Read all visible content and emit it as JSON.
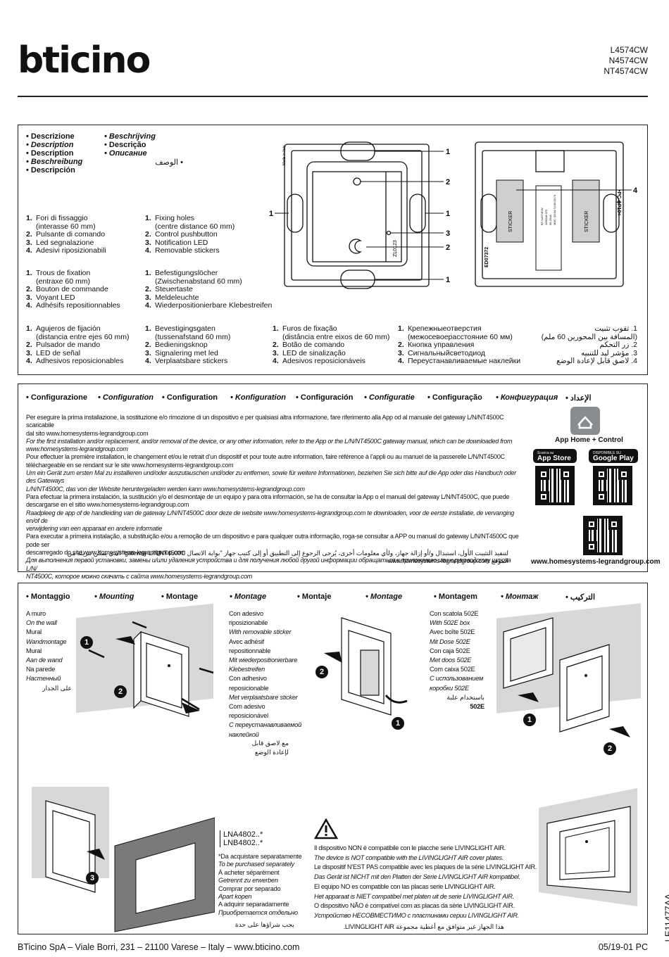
{
  "header": {
    "logo": "bticino",
    "codes": [
      "L4574CW",
      "N4574CW",
      "NT4574CW"
    ]
  },
  "desc": {
    "titles_col1": [
      "• Descrizione",
      "• Description",
      "• Description",
      "• Beschreibung",
      "• Descripción"
    ],
    "titles_col2": [
      "• Beschrijving",
      "• Descrição",
      "• Описание"
    ],
    "title_ar": "• الوصف",
    "it": [
      "Fori di fissaggio",
      "(interasse 60 mm)",
      "Pulsante di comando",
      "Led segnalazione",
      "Adesivi riposizionabili"
    ],
    "en": [
      "Fixing holes",
      "(centre distance 60 mm)",
      "Control pushbutton",
      "Notification LED",
      "Removable stickers"
    ],
    "fr": [
      "Trous de fixation",
      "(entraxe 60 mm)",
      "Bouton de commande",
      "Voyant LED",
      "Adhésifs repositionnables"
    ],
    "de": [
      "Befestigungslöcher",
      "(Zwischenabstand 60 mm)",
      "Steuertaste",
      "Meldeleuchte",
      "Wiederpositionierbare Klebestreifen"
    ],
    "es": [
      "Agujeros de fijación",
      "(distancia entre ejes 60 mm)",
      "Pulsador de mando",
      "LED de señal",
      "Adhesivos reposicionables"
    ],
    "nl": [
      "Bevestigingsgaten",
      "(tussenafstand 60 mm)",
      "Bedieningsknop",
      "Signalering met led",
      "Verplaatsbare stickers"
    ],
    "pt": [
      "Furos de fixação",
      "(distância entre eixos de 60 mm)",
      "Botão de comando",
      "LED de sinalização",
      "Adesivos reposicionáveis"
    ],
    "ru": [
      "Крепежныеотверстия",
      "(межосевоерасстояние 60 мм)",
      "Кнопка управления",
      "Сигнальныйсветодиод",
      "Переустанавливаемые наклейки"
    ],
    "ar": [
      "1. ثقوب تثبيت",
      "(المسافة بين المحورين 60 ملم)",
      "2. زر التحكم",
      "3. مؤشر ليد للتنبيه",
      "4. لاصق قابل لإعادة الوضع"
    ],
    "nums": [
      "1.",
      "2.",
      "3.",
      "4."
    ]
  },
  "diagram": {
    "callouts_front": [
      "1",
      "2",
      "1",
      "3",
      "2",
      "1"
    ],
    "callout_back": "4",
    "made_in": "Made in Italy",
    "code_side": "ZL0123",
    "sticker": "STICKER",
    "label_back": "ED07372",
    "back_small": [
      "BT-N4574CW",
      "1090/18 070",
      "05-2018",
      "MAC: 00:04:74:00:00:74"
    ],
    "pcfp": "•PC-ϕP10<"
  },
  "config": {
    "headers": [
      "• Configurazione",
      "• Configuration",
      "• Configuration",
      "• Konfiguration",
      "• Configuración",
      "• Configuratie",
      "• Configuração",
      "• Конфигурация",
      "• الإعداد"
    ],
    "lines": [
      {
        "t": "Per eseguire la prima installazione, la sostituzione e/o rimozione di un dispositivo e per qualsiasi altra informazione, fare riferimento alla App od al manuale del gateway L/N/NT4500C scaricabile",
        "i": false
      },
      {
        "t": "dal sito www.homesystems-legrandgroup.com",
        "i": false
      },
      {
        "t": "For the first installation and/or replacement, and/or removal of the device, or any other information, refer to the App or the L/N/NT4500C gateway manual, which can be downloaded from",
        "i": true
      },
      {
        "t": "www.homesystems-legrandgroup.com",
        "i": true
      },
      {
        "t": "Pour effectuer la première installation, le changement et/ou le retrait d’un dispositif et pour toute autre information, faire référence à l’appli ou au manuel de la passerelle L/N/NT4500C",
        "i": false
      },
      {
        "t": "téléchargeable en se rendant sur le site www.homesystems-legrandgroup.com",
        "i": false
      },
      {
        "t": "Um ein Gerät zum ersten Mal zu installieren und/oder auszutauschen und/oder zu entfernen, sowie für weitere Informationen, beziehen Sie sich bitte auf die App oder das Handbuch oder des Gateways",
        "i": true
      },
      {
        "t": "L/N/NT4500C, das von der Website heruntergeladen werden kann www.homesystems-legrandgroup.com",
        "i": true
      },
      {
        "t": "Para efectuar la primera instalación, la sustitución y/o el desmontaje de un equipo y para otra información, se ha de consultar la App o el manual del gateway L/N/NT4500C, que puede",
        "i": false
      },
      {
        "t": "descargarse en el sitio www.homesystems-legrandgroup.com",
        "i": false
      },
      {
        "t": "Raadpleeg de app of de handleiding van de gateway L/N/NT4500C door deze de website www.homesystems-legrandgroup.com te downloaden, voor de eerste installatie, de vervanging en/of de",
        "i": true
      },
      {
        "t": "verwijdering van een apparaat en andere informatie",
        "i": true
      },
      {
        "t": "Para executar a primeira instalação, a substituição e/ou a remoção de um dispositivo e para qualquer outra informação, roga-se consultar a APP ou manual do gateway L/N/NT4500C que pode ser",
        "i": false
      },
      {
        "t": "descarregado do site www.homesystems-legrandgroup.com",
        "i": false
      },
      {
        "t": "Для выполнения первой установки, замены и/или удаления устройства и для получения любой другой информации обращаться к приложению или к руководству шлюза L/N/",
        "i": true
      },
      {
        "t": "NT4500C, которое можно скачать с сайта www.homesystems-legrandgroup.com",
        "i": true
      }
    ],
    "ar_lines": [
      "لتنفيذ التثبيت الأول، استبدال و/أو إزالة جهاز، ولأي معلومات أخرى، يُرجى الرجوع إلى التطبيق أو إلى كتيب جهاز \"بوابة الاتصال gateway L/N/NT4500C\" الذي يمكن تنزيله من",
      "الموقع www.homesystems-legrandgroup.com"
    ],
    "app_label": "App Home + Control",
    "appstore_small": "Scarica su",
    "appstore": "App Store",
    "gplay_small": "DISPONIBILE SU",
    "gplay": "Google Play",
    "site": "www.homesystems-legrandgroup.com"
  },
  "mount": {
    "headers": [
      "• Montaggio",
      "• Mounting",
      "• Montage",
      "• Montage",
      "• Montaje",
      "• Montage",
      "• Montagem",
      "• Монтаж",
      "• التركيب"
    ],
    "wall": [
      {
        "t": "A muro",
        "i": false
      },
      {
        "t": "On the wall",
        "i": true
      },
      {
        "t": "Mural",
        "i": false
      },
      {
        "t": "Wandmontage",
        "i": true
      },
      {
        "t": "Mural",
        "i": false
      },
      {
        "t": "Aan de wand",
        "i": true
      },
      {
        "t": "Na parede",
        "i": false
      },
      {
        "t": "Настенный",
        "i": true
      }
    ],
    "wall_ar": "على الجدار",
    "adhesive": [
      {
        "t": "Con adesivo",
        "i": false
      },
      {
        "t": "riposizionabile",
        "i": false
      },
      {
        "t": "With removable sticker",
        "i": true
      },
      {
        "t": "Avec adhésif",
        "i": false
      },
      {
        "t": "repositionnable",
        "i": false
      },
      {
        "t": "Mit wiederpositionierbare",
        "i": true
      },
      {
        "t": "Klebestreifen",
        "i": true
      },
      {
        "t": "Con adhesivo",
        "i": false
      },
      {
        "t": "reposicionable",
        "i": false
      },
      {
        "t": "Met verplaatsbare sticker",
        "i": true
      },
      {
        "t": "Com adesivo",
        "i": false
      },
      {
        "t": "reposicionável",
        "i": false
      },
      {
        "t": "С переустанавливаемой",
        "i": true
      },
      {
        "t": "наклейкой",
        "i": true
      }
    ],
    "adhesive_ar": [
      "مع لاصق قابل",
      "لإعادة الوضع"
    ],
    "box": [
      {
        "t": "Con scatola 502E",
        "i": false
      },
      {
        "t": "With 502E box",
        "i": true
      },
      {
        "t": "Avec boîte 502E",
        "i": false
      },
      {
        "t": "Mit Dose 502E",
        "i": true
      },
      {
        "t": "Con caja 502E",
        "i": false
      },
      {
        "t": "Met doos 502E",
        "i": true
      },
      {
        "t": "Com caixa 502E",
        "i": false
      },
      {
        "t": "С использованием",
        "i": true
      },
      {
        "t": "коробки 502E",
        "i": true
      }
    ],
    "box_ar": [
      "باستخدام علبة",
      "502E"
    ],
    "plates": [
      "LNA4802..*",
      "LNB4802..*"
    ],
    "purchase": [
      {
        "t": "*Da acquistare separatamente",
        "i": false
      },
      {
        "t": "To be purchased separately",
        "i": true
      },
      {
        "t": "À acheter séparément",
        "i": false
      },
      {
        "t": "Getrennt zu erwerben",
        "i": true
      },
      {
        "t": "Comprar por separado",
        "i": false
      },
      {
        "t": "Apart kopen",
        "i": true
      },
      {
        "t": "A adquirir separadamente",
        "i": false
      },
      {
        "t": "Приобретается отдельно",
        "i": true
      }
    ],
    "purchase_ar": "يجب شراؤها على حدة",
    "warning": [
      {
        "t": "Il dispositivo NON è compatibile con le placche serie LIVINGLIGHT AIR.",
        "i": false
      },
      {
        "t": "The device is NOT compatible with the LIVINGLIGHT AIR cover plates.",
        "i": true
      },
      {
        "t": "Le dispositif N’EST PAS compatible avec les plaques de la série LIVINGLIGHT AIR.",
        "i": false
      },
      {
        "t": "Das Gerät ist NICHT mit den Platten der Serie LIVINGLIGHT AIR kompatibel.",
        "i": true
      },
      {
        "t": "El equipo NO es compatible con las placas serie LIVINGLIGHT AIR.",
        "i": false
      },
      {
        "t": "Het apparaat is NIET compatibel met platen uit de serie LIVINGLIGHT AIR.",
        "i": true
      },
      {
        "t": "O dispositivo NÃO é compatível com as placas da série LIVINGLIGHT AIR.",
        "i": false
      },
      {
        "t": "Устройство НЕСОВМЕСТИМО с пластинами серии LIVINGLIGHT AIR.",
        "i": true
      }
    ],
    "warning_ar": "هذا الجهاز غير متوافق مع أغطية مجموعة LIVINGLIGHT AIR.",
    "steps": [
      "1",
      "2",
      "2",
      "1",
      "1",
      "2",
      "3"
    ]
  },
  "footer": {
    "left": "BTicino SpA – Viale Borri, 231 – 21100 Varese – Italy – www.bticino.com",
    "right": "05/19-01 PC",
    "code": "LE11477AA"
  }
}
